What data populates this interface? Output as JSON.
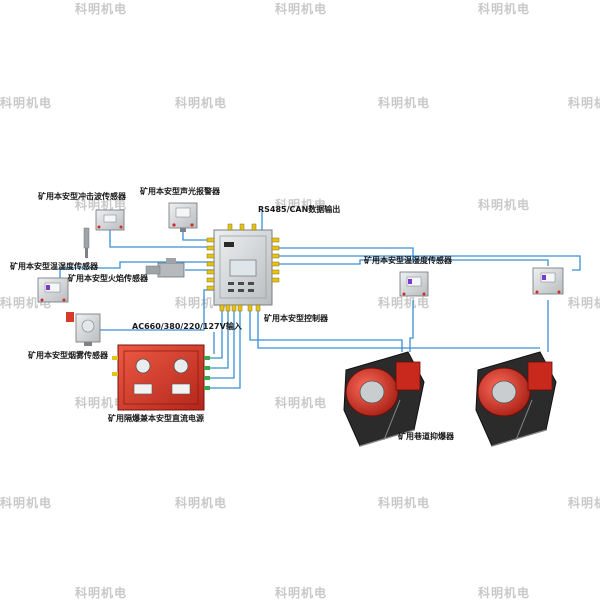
{
  "watermark": "科明机电",
  "labels": {
    "shock_wave_sensor": "矿用本安型冲击波传感器",
    "sound_light_alarm": "矿用本安型声光报警器",
    "rs485": "RS485/CAN数据输出",
    "temp_humidity_left": "矿用本安型温湿度传感器",
    "flame_sensor": "矿用本安型火焰传感器",
    "temp_humidity_right": "矿用本安型温湿度传感器",
    "controller": "矿用本安型控制器",
    "ac_input": "AC660/380/220/127V输入",
    "smoke_sensor": "矿用本安型烟雾传感器",
    "power_supply": "矿用隔爆兼本安型直流电源",
    "suppressor": "矿用巷道抑爆器"
  },
  "colors": {
    "cable": "#3a8fd6",
    "housing_red": "#d83a2a",
    "box_grey": "#cfd2d4",
    "knob_yellow": "#e3c21c",
    "terminal_green": "#3aa84a",
    "bolt_red": "#d42a2a"
  }
}
